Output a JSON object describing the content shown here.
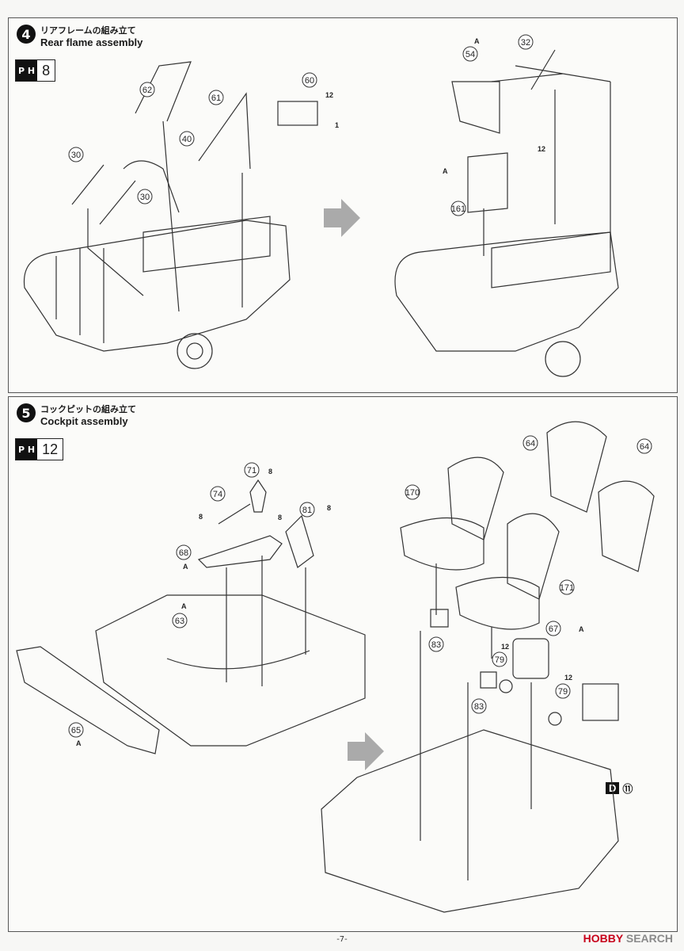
{
  "step4": {
    "number": "4",
    "title_jp": "リアフレームの組み立て",
    "title_en": "Rear flame assembly",
    "paint_code": "8",
    "callouts": [
      "62",
      "60",
      "61",
      "40",
      "30",
      "30",
      "32",
      "54",
      "161"
    ],
    "paint_refs": [
      "12",
      "1",
      "A",
      "12",
      "A"
    ]
  },
  "step5": {
    "number": "5",
    "title_jp": "コックピットの組み立て",
    "title_en": "Cockpit assembly",
    "paint_code": "12",
    "callouts": [
      "71",
      "74",
      "81",
      "68",
      "63",
      "65",
      "64",
      "64",
      "170",
      "171",
      "67",
      "79",
      "79",
      "83",
      "83"
    ],
    "paint_refs": [
      "8",
      "8",
      "8",
      "8",
      "A",
      "A",
      "A",
      "A",
      "12",
      "12"
    ],
    "decal_ref": {
      "letter": "D",
      "number": "⑪"
    }
  },
  "ph_label": "P H",
  "page_number": "-7-",
  "watermark": {
    "prefix": "HOBBY",
    "suffix": "SEARCH"
  },
  "colors": {
    "ink": "#1a1a1a",
    "paper": "#fbfbf9",
    "watermark_red": "#c7001a"
  }
}
